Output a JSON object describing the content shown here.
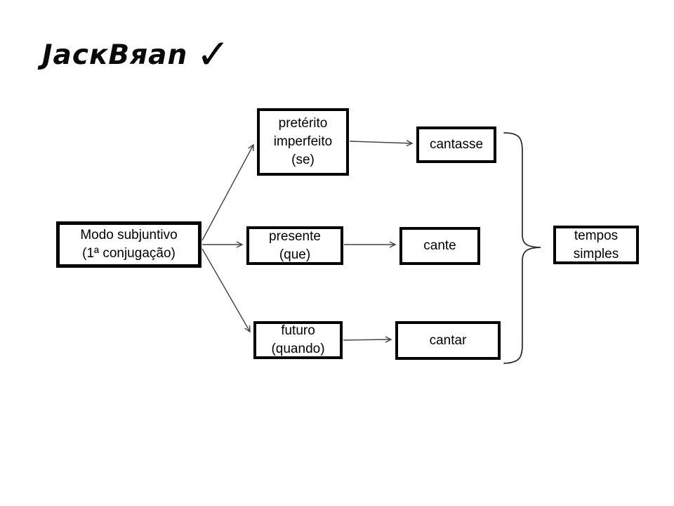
{
  "logo": {
    "text": "JacкBяan",
    "checkmark": "✓"
  },
  "diagram": {
    "root": {
      "label": "Modo subjuntivo\n(1ª conjugação)"
    },
    "tenses": [
      {
        "label": "pretérito\nimperfeito\n(se)"
      },
      {
        "label": "presente\n(que)"
      },
      {
        "label": "futuro\n(quando)"
      }
    ],
    "examples": [
      {
        "label": "cantasse"
      },
      {
        "label": "cante"
      },
      {
        "label": "cantar"
      }
    ],
    "group": {
      "label": "tempos\nsimples"
    }
  },
  "colors": {
    "background": "#ffffff",
    "box_border": "#000000",
    "text": "#000000",
    "connector_line": "#404040"
  }
}
